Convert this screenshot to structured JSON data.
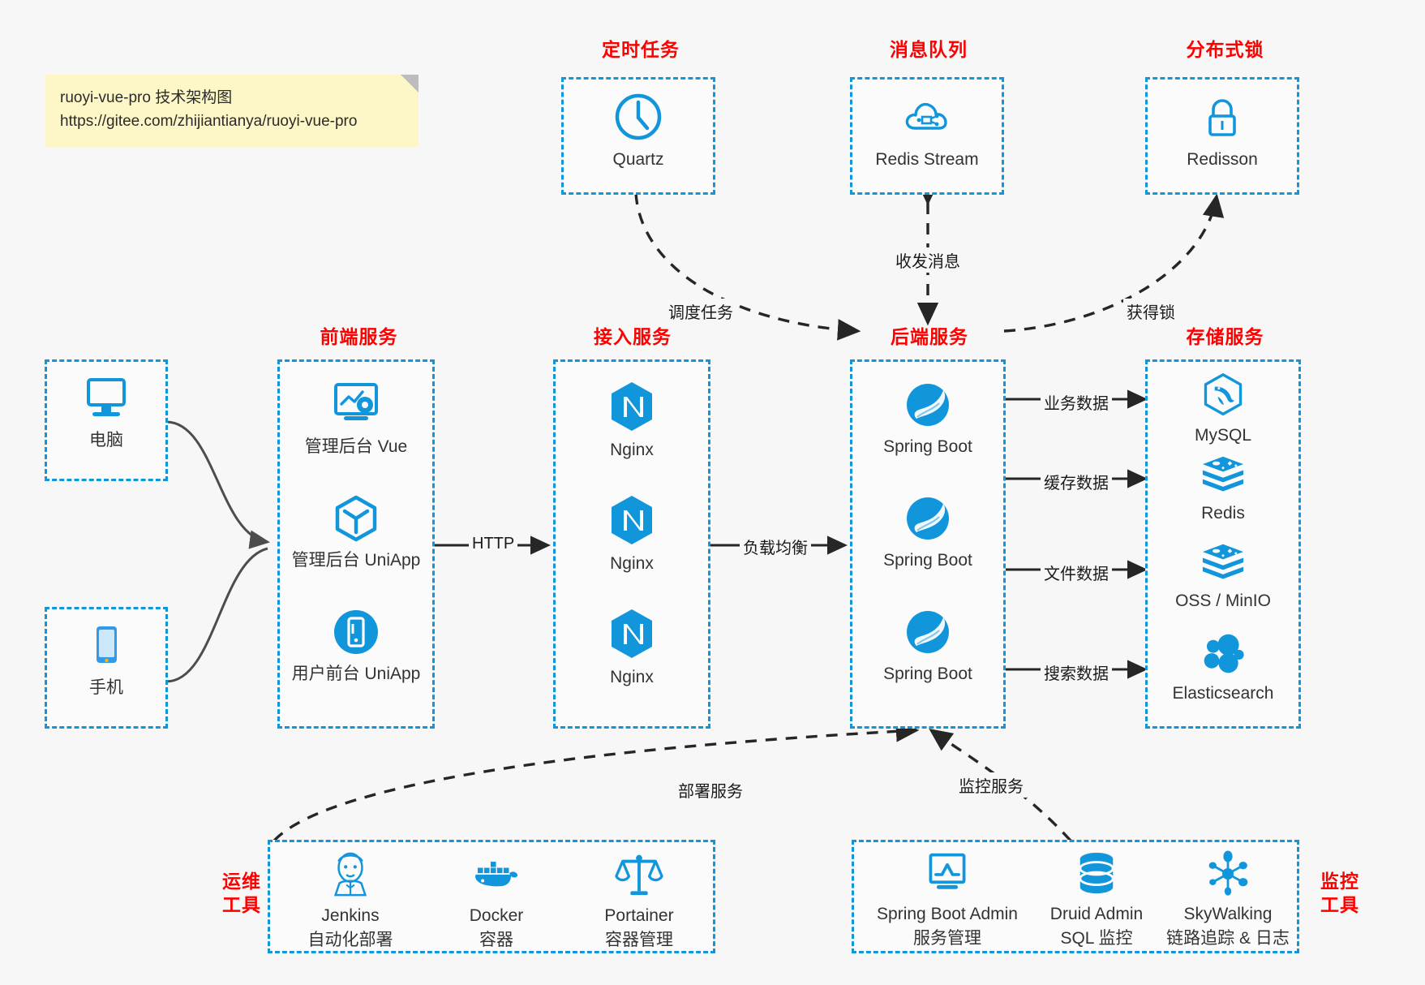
{
  "note": {
    "line1": "ruoyi-vue-pro 技术架构图",
    "line2": "https://gitee.com/zhijiantianya/ruoyi-vue-pro"
  },
  "colors": {
    "box_border": "#1296db",
    "group_title": "#ff0000",
    "icon_blue": "#1296db",
    "arrow": "#262626",
    "note_bg": "#fdf7c7",
    "canvas_bg": "#f7f7f7"
  },
  "groups": [
    {
      "id": "clients-pc",
      "title": "",
      "nodes": [
        {
          "name": "电脑",
          "icon": "desktop-icon"
        }
      ]
    },
    {
      "id": "clients-phone",
      "title": "",
      "nodes": [
        {
          "name": "手机",
          "icon": "phone-icon"
        }
      ]
    },
    {
      "id": "scheduler",
      "title": "定时任务",
      "nodes": [
        {
          "name": "Quartz",
          "icon": "clock-icon"
        }
      ]
    },
    {
      "id": "mq",
      "title": "消息队列",
      "nodes": [
        {
          "name": "Redis Stream",
          "icon": "cloud-stream-icon"
        }
      ]
    },
    {
      "id": "lock",
      "title": "分布式锁",
      "nodes": [
        {
          "name": "Redisson",
          "icon": "lock-icon"
        }
      ]
    },
    {
      "id": "frontend",
      "title": "前端服务",
      "nodes": [
        {
          "name": "管理后台 Vue",
          "icon": "dashboard-gear-icon"
        },
        {
          "name": "管理后台 UniApp",
          "icon": "cube-icon"
        },
        {
          "name": "用户前台 UniApp",
          "icon": "mobile-circle-icon"
        }
      ]
    },
    {
      "id": "gateway",
      "title": "接入服务",
      "nodes": [
        {
          "name": "Nginx",
          "icon": "nginx-icon"
        },
        {
          "name": "Nginx",
          "icon": "nginx-icon"
        },
        {
          "name": "Nginx",
          "icon": "nginx-icon"
        }
      ]
    },
    {
      "id": "backend",
      "title": "后端服务",
      "nodes": [
        {
          "name": "Spring Boot",
          "icon": "spring-leaf-icon"
        },
        {
          "name": "Spring Boot",
          "icon": "spring-leaf-icon"
        },
        {
          "name": "Spring Boot",
          "icon": "spring-leaf-icon"
        }
      ]
    },
    {
      "id": "storage",
      "title": "存储服务",
      "nodes": [
        {
          "name": "MySQL",
          "icon": "mysql-dolphin-icon"
        },
        {
          "name": "Redis",
          "icon": "redis-stack-icon"
        },
        {
          "name": "OSS / MinIO",
          "icon": "redis-stack-icon"
        },
        {
          "name": "Elasticsearch",
          "icon": "elasticsearch-icon"
        }
      ]
    },
    {
      "id": "devops",
      "title": "运维\n工具",
      "nodes": [
        {
          "name": "Jenkins",
          "sub": "自动化部署",
          "icon": "jenkins-butler-icon"
        },
        {
          "name": "Docker",
          "sub": "容器",
          "icon": "docker-whale-icon"
        },
        {
          "name": "Portainer",
          "sub": "容器管理",
          "icon": "scales-icon"
        }
      ]
    },
    {
      "id": "monitor",
      "title": "监控\n工具",
      "nodes": [
        {
          "name": "Spring Boot Admin",
          "sub": "服务管理",
          "icon": "monitor-chart-icon"
        },
        {
          "name": "Druid Admin",
          "sub": "SQL 监控",
          "icon": "database-icon"
        },
        {
          "name": "SkyWalking",
          "sub": "链路追踪 & 日志",
          "icon": "skywalking-icon"
        }
      ]
    }
  ],
  "group_titles": {
    "scheduler": "定时任务",
    "mq": "消息队列",
    "lock": "分布式锁",
    "frontend": "前端服务",
    "gateway": "接入服务",
    "backend": "后端服务",
    "storage": "存储服务",
    "devops_1": "运维",
    "devops_2": "工具",
    "monitor_1": "监控",
    "monitor_2": "工具"
  },
  "nodes": {
    "pc": "电脑",
    "phone": "手机",
    "quartz": "Quartz",
    "redis_stream": "Redis Stream",
    "redisson": "Redisson",
    "admin_vue": "管理后台 Vue",
    "admin_uniapp": "管理后台 UniApp",
    "user_uniapp": "用户前台 UniApp",
    "nginx1": "Nginx",
    "nginx2": "Nginx",
    "nginx3": "Nginx",
    "boot1": "Spring Boot",
    "boot2": "Spring Boot",
    "boot3": "Spring Boot",
    "mysql": "MySQL",
    "redis": "Redis",
    "oss": "OSS / MinIO",
    "es": "Elasticsearch",
    "jenkins": "Jenkins",
    "jenkins_sub": "自动化部署",
    "docker": "Docker",
    "docker_sub": "容器",
    "portainer": "Portainer",
    "portainer_sub": "容器管理",
    "sba": "Spring Boot Admin",
    "sba_sub": "服务管理",
    "druid": "Druid Admin",
    "druid_sub": "SQL 监控",
    "skywalking": "SkyWalking",
    "skywalking_sub": "链路追踪 & 日志"
  },
  "edges": {
    "http": "HTTP",
    "load_balance": "负载均衡",
    "schedule_task": "调度任务",
    "send_receive_msg": "收发消息",
    "acquire_lock": "获得锁",
    "business_data": "业务数据",
    "cache_data": "缓存数据",
    "file_data": "文件数据",
    "search_data": "搜索数据",
    "deploy_service": "部署服务",
    "monitor_service": "监控服务"
  }
}
